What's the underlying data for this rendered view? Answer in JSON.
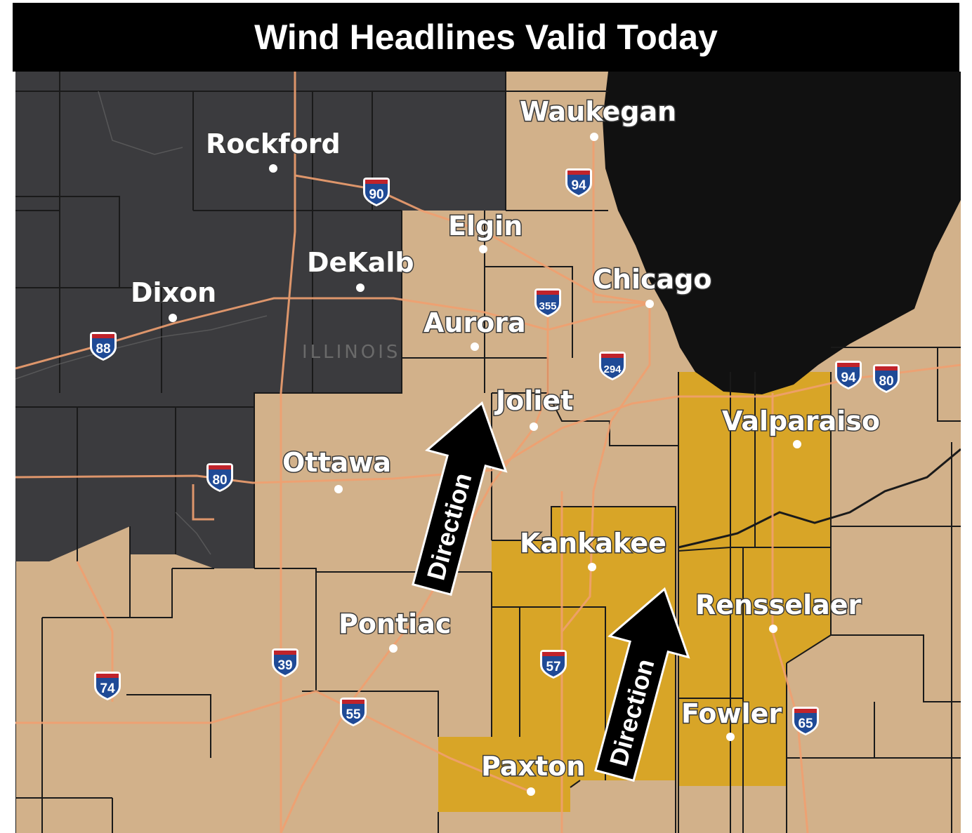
{
  "title": "Wind Headlines Valid Today",
  "colors": {
    "no_headline": "#3b3b3e",
    "wind_advisory": "#d2b18a",
    "high_wind_warning": "#d8a527",
    "lake": "#111111",
    "roads": "#f0a070",
    "borders": "#1a1a1a"
  },
  "cities": {
    "waukegan": "Waukegan",
    "rockford": "Rockford",
    "elgin": "Elgin",
    "dekalb": "DeKalb",
    "chicago": "Chicago",
    "dixon": "Dixon",
    "aurora": "Aurora",
    "joliet": "Joliet",
    "valparaiso": "Valparaiso",
    "ottawa": "Ottawa",
    "kankakee": "Kankakee",
    "rensselaer": "Rensselaer",
    "pontiac": "Pontiac",
    "fowler": "Fowler",
    "paxton": "Paxton"
  },
  "state_label": "ILLINOIS",
  "interstates": {
    "i90": "90",
    "i94_north": "94",
    "i355": "355",
    "i88": "88",
    "i294": "294",
    "i94_east": "94",
    "i80_east": "80",
    "i80_west": "80",
    "i39": "39",
    "i74": "74",
    "i57": "57",
    "i55": "55",
    "i65": "65"
  },
  "arrows": {
    "left": "Direction",
    "right": "Direction"
  }
}
